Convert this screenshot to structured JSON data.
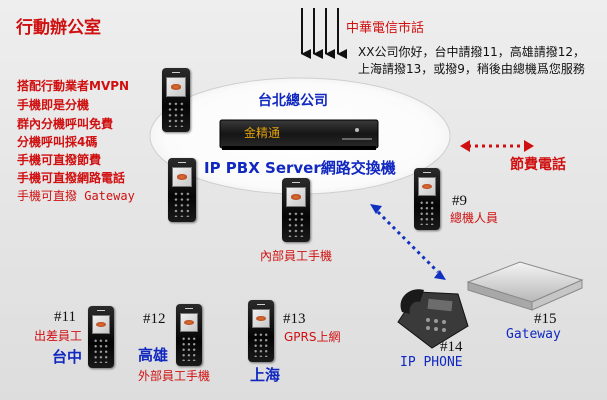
{
  "title": "行動辦公室",
  "features": [
    "搭配行動業者MVPN",
    "手機即是分機",
    "群內分機呼叫免費",
    "分機呼叫採4碼",
    "手機可直撥節費",
    "手機可直撥網路電話",
    "手機可直撥 Gateway"
  ],
  "telecom": "中華電信市話",
  "greeting": [
    "XX公司你好，台中請撥11，高雄請撥12，",
    "上海請撥13，或撥9，稍後由總機爲您服務"
  ],
  "hq": "台北總公司",
  "device_brand": "金精通",
  "server": "IP PBX Server網路交換機",
  "saving_call": "節費電話",
  "operator_num": "#9",
  "operator_label": "總機人員",
  "internal_label": "內部員工手機",
  "remote": [
    {
      "num": "#11",
      "label": "出差員工",
      "city": "台中"
    },
    {
      "num": "#12",
      "city": "高雄"
    },
    {
      "num": "#13",
      "label": "GPRS上網",
      "city": "上海"
    }
  ],
  "external_label": "外部員工手機",
  "gateway": {
    "num": "#15",
    "label": "Gateway"
  },
  "ipphone": {
    "num": "#14",
    "label": "IP PHONE"
  }
}
